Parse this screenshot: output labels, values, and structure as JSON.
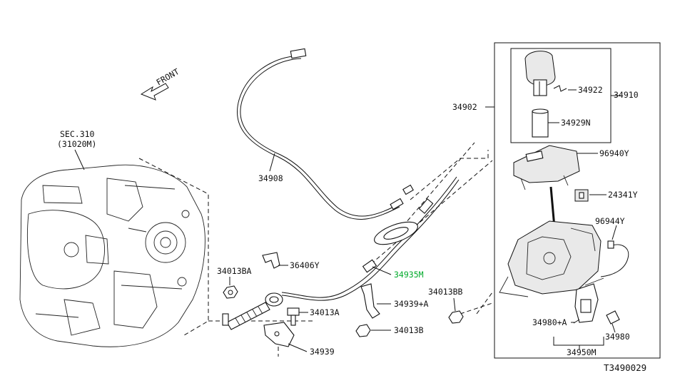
{
  "diagram": {
    "drawing_number": "T3490029",
    "front_label": "FRONT",
    "sec_ref": {
      "line1": "SEC.310",
      "line2": "(31020M)"
    },
    "highlight_color": "#00aa2a",
    "labels": {
      "p34908": "34908",
      "p34902": "34902",
      "p34922": "34922",
      "p34910": "34910",
      "p34929N": "34929N",
      "p96940Y": "96940Y",
      "p24341Y": "24341Y",
      "p96944Y": "96944Y",
      "p36406Y": "36406Y",
      "p34013BA": "34013BA",
      "p34935M": "34935M",
      "p34013BB": "34013BB",
      "p34939A": "34939+A",
      "p34013A": "34013A",
      "p34013B": "34013B",
      "p34939": "34939",
      "p34980A": "34980+A",
      "p34980": "34980",
      "p34950M": "34950M"
    }
  }
}
